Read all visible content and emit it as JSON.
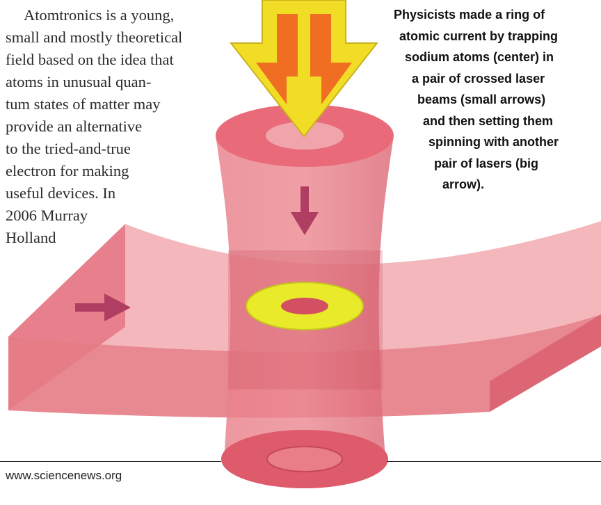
{
  "article": {
    "lines": [
      "Atomtronics is a young,",
      "small and mostly theoretical",
      "field based on the idea that",
      "atoms in unusual quan-",
      "tum states of matter may",
      "provide an alternative",
      "to the tried-and-true",
      "electron for making",
      "useful devices. In",
      "2006 Murray",
      "Holland"
    ]
  },
  "caption": {
    "lines": [
      "Physicists made a ring of",
      "atomic current by trapping",
      "sodium atoms (center) in",
      "a pair of crossed laser",
      "beams (small arrows)",
      "and then setting them",
      "spinning with another",
      "pair of lasers (big",
      "arrow)."
    ]
  },
  "footer": {
    "url": "www.sciencenews.org"
  },
  "colors": {
    "beam": "#e3747f",
    "beam_dark": "#c9505f",
    "small_arrow": "#b03d62",
    "big_arrow_outer": "#f2dd26",
    "big_arrow_inner": "#f06e22",
    "atom_ring": "#e9ea2a"
  },
  "icons": [
    "big-arrow-icon",
    "small-arrow-icon",
    "atom-ring-icon"
  ]
}
